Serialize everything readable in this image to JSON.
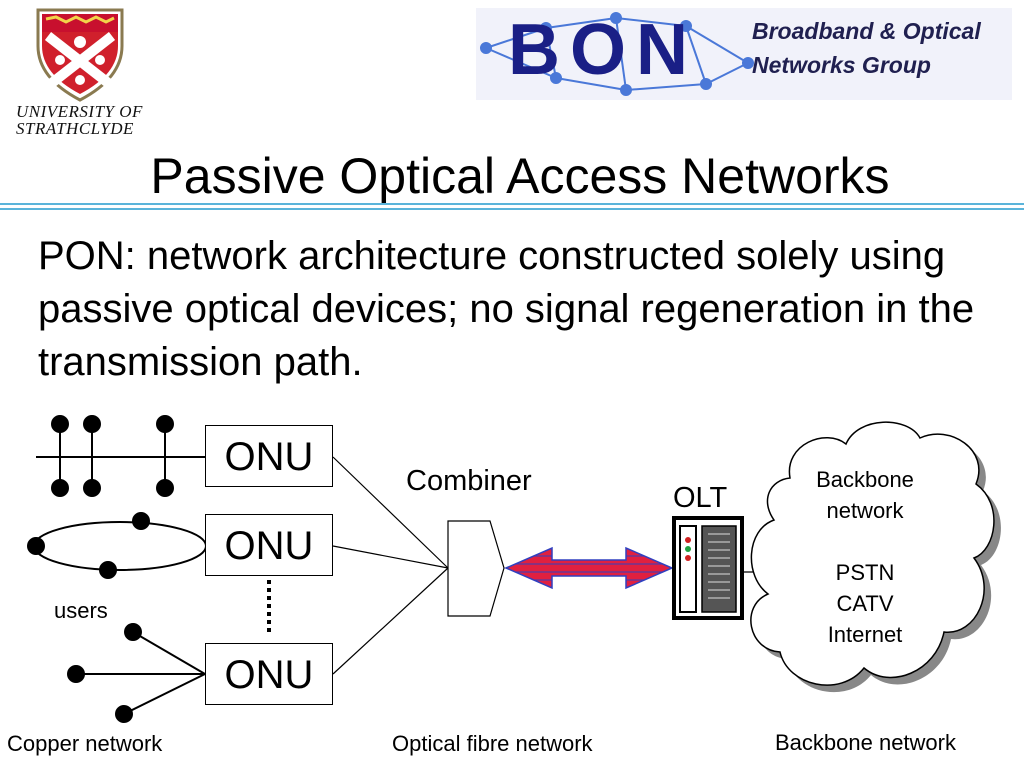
{
  "header": {
    "university_line1": "UNIVERSITY OF",
    "university_line2": "STRATHCLYDE",
    "group_acronym": "BON",
    "group_line1": "Broadband & Optical",
    "group_line2": "Networks Group"
  },
  "title": "Passive Optical Access Networks",
  "body": "PON: network architecture constructed solely using passive optical devices; no signal regeneration in the transmission path.",
  "diagram": {
    "onu_label": "ONU",
    "combiner_label": "Combiner",
    "olt_label": "OLT",
    "users_label": "users",
    "cloud_line1": "Backbone",
    "cloud_line2": "network",
    "cloud_line3": "PSTN",
    "cloud_line4": "CATV",
    "cloud_line5": "Internet",
    "footer_copper": "Copper network",
    "footer_optical": "Optical fibre network",
    "footer_backbone": "Backbone network"
  },
  "colors": {
    "accent_rule": "#5ab4da",
    "bon_blue": "#1a1f86",
    "fibre_link": "#e02040",
    "fibre_link_lines": "#3040c0"
  }
}
